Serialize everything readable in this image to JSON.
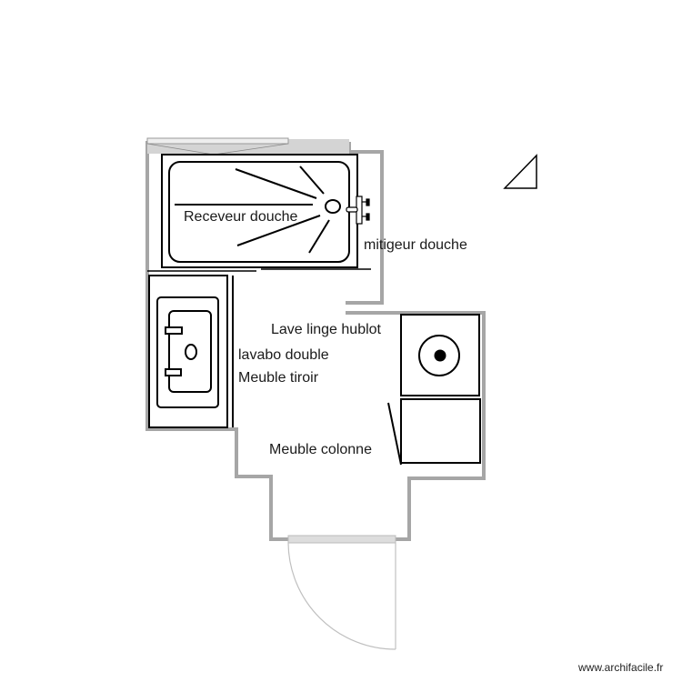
{
  "plan": {
    "labels": {
      "shower_tray": "Receveur douche",
      "shower_mixer": "mitigeur douche",
      "washing_machine": "Lave linge hublot",
      "double_sink": "lavabo double",
      "drawer_cabinet": "Meuble tiroir",
      "column_cabinet": "Meuble colonne"
    },
    "colors": {
      "wall": "#a6a6a6",
      "fixture": "#000000",
      "window": "#d9d9d9",
      "door_leaf": "#c8c8c8"
    }
  },
  "watermark": "www.archifacile.fr"
}
